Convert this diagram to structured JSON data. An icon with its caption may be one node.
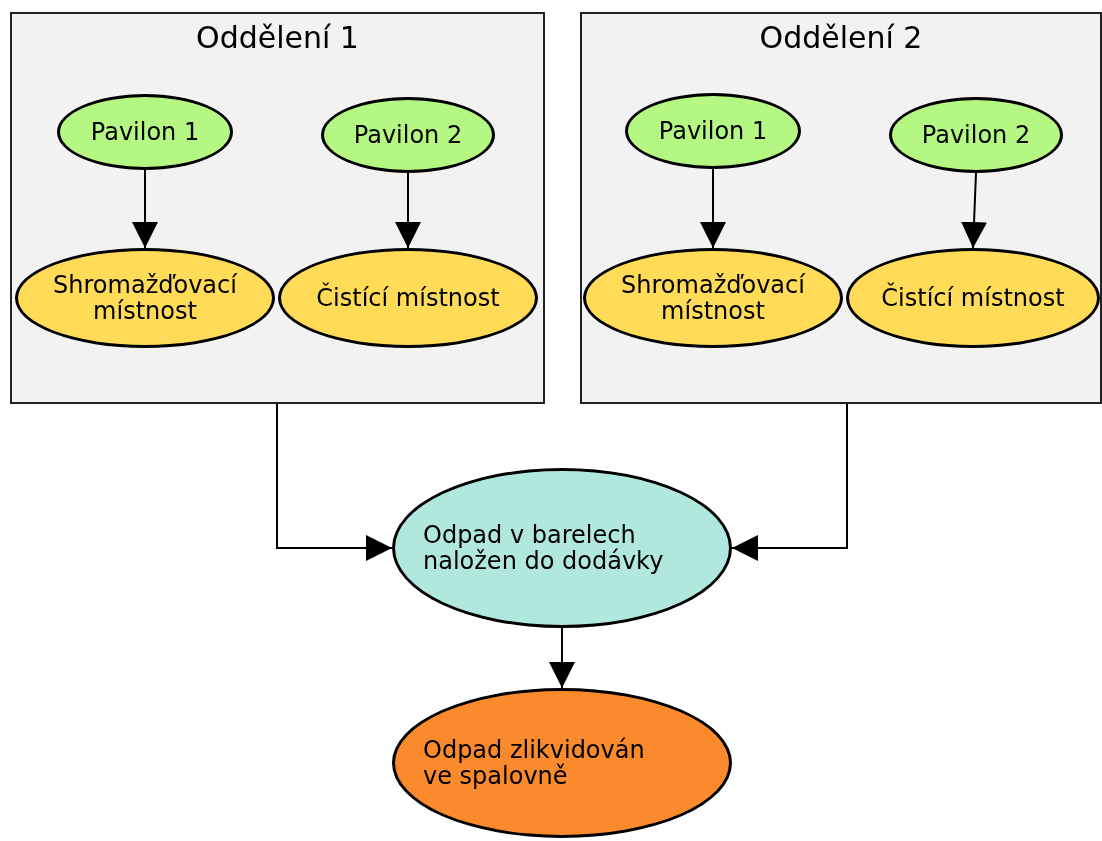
{
  "diagram": {
    "nodes": [
      {
        "text": [
          "Oddělení 1"
        ]
      },
      {
        "text": [
          "Pavilon 1"
        ],
        "in": 0
      },
      {
        "text": [
          "Pavilon 2"
        ],
        "in": 0
      },
      {
        "text": [
          "Shromažďovací místnost"
        ],
        "in": 0
      },
      {
        "text": [
          "Čistící místnost"
        ],
        "in": 0
      },
      {
        "text": [
          "Oddělení 2"
        ]
      },
      {
        "text": [
          "Pavilon 1"
        ],
        "in": 5
      },
      {
        "text": [
          "Pavilon 2"
        ],
        "in": 5
      },
      {
        "text": [
          "Shromažďovací místnost"
        ],
        "in": 5
      },
      {
        "text": [
          "Čistící místnost"
        ],
        "in": 5
      },
      {
        "text": [
          "Odpad v barelech naložen do dodávky"
        ]
      },
      {
        "text": [
          "Odpad zlikvidován ve spalovně"
        ]
      }
    ],
    "edges": [
      {
        "from": 1,
        "to": 3,
        "arrow": "to"
      },
      {
        "from": 2,
        "to": 4,
        "arrow": "to"
      },
      {
        "from": 6,
        "to": 8,
        "arrow": "to"
      },
      {
        "from": 7,
        "to": 9,
        "arrow": "to"
      },
      {
        "from": 0,
        "to": 10,
        "arrow": "to"
      },
      {
        "from": 5,
        "to": 10,
        "arrow": "to"
      },
      {
        "from": 10,
        "to": 11,
        "arrow": "to"
      }
    ]
  }
}
